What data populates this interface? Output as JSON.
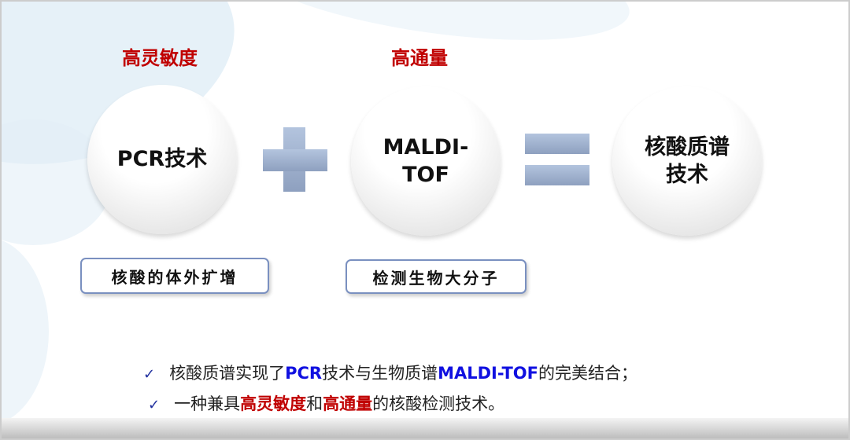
{
  "top_labels": {
    "sensitivity": "高灵敏度",
    "throughput": "高通量"
  },
  "circles": {
    "pcr": "PCR技术",
    "maldi_line1": "MALDI-",
    "maldi_line2": "TOF",
    "result_line1": "核酸质谱",
    "result_line2": "技术"
  },
  "boxes": {
    "pcr_desc": "核酸的体外扩增",
    "maldi_desc": "检测生物大分子"
  },
  "bullets": [
    {
      "check": "✓",
      "parts": [
        "核酸质谱实现了",
        "PCR",
        "技术与生物质谱",
        "MALDI-TOF",
        "的完美结合；"
      ]
    },
    {
      "check": "✓",
      "parts": [
        "一种兼具",
        "高灵敏度",
        "和",
        "高通量",
        "的核酸检测技术。"
      ]
    }
  ],
  "colors": {
    "red": "#c00000",
    "blue": "#1010e0",
    "operator": "#9fb1d0"
  }
}
